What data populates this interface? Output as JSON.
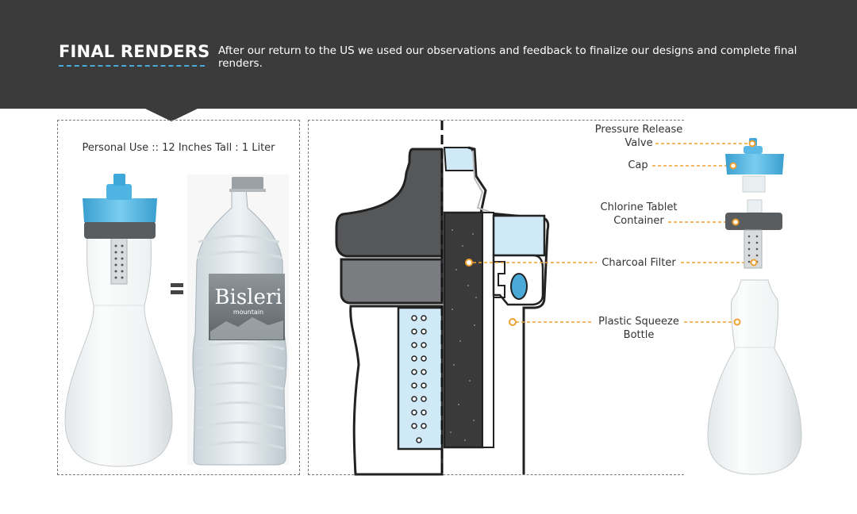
{
  "header": {
    "title": "FINAL RENDERS",
    "description": "After our return to the US we used our observations and feedback to finalize our designs and complete final renders."
  },
  "comparison": {
    "caption": "Personal Use :: 12 Inches Tall : 1 Liter",
    "equals_sign": "=",
    "reference_bottle": {
      "brand": "Bisleri",
      "sub_brand": "mountain"
    }
  },
  "callouts": {
    "pressure_release_valve": "Pressure Release Valve",
    "cap": "Cap",
    "chlorine_tablet_container": "Chlorine Tablet Container",
    "charcoal_filter": "Charcoal Filter",
    "plastic_squeeze_bottle": "Plastic Squeeze Bottle"
  },
  "colors": {
    "header_bg": "#3b3b3b",
    "accent_blue": "#4aa9d6",
    "callout_orange": "#f0a030",
    "cap_blue": "#57b9e6"
  }
}
